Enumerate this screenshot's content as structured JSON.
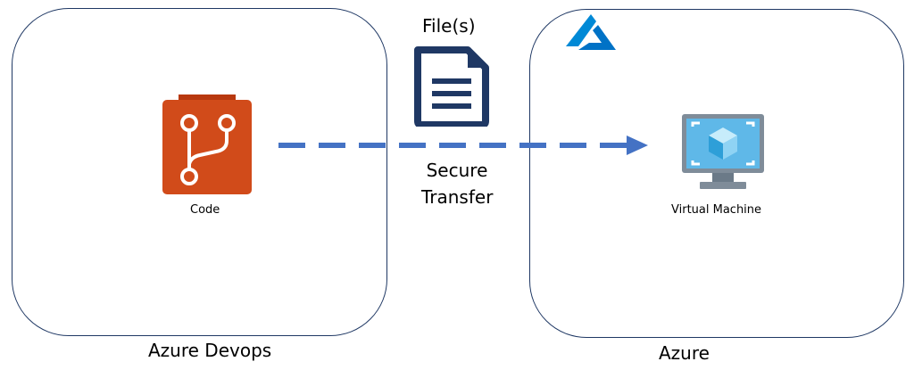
{
  "left_panel": {
    "title": "Azure Devops",
    "item": {
      "label": "Code",
      "icon": "git-repo-icon",
      "color": "#d14b1a"
    }
  },
  "right_panel": {
    "title": "Azure",
    "logo": "azure-logo-icon",
    "item": {
      "label": "Virtual Machine",
      "icon": "virtual-machine-icon",
      "color": "#5fb8e8"
    }
  },
  "transfer": {
    "file_label": "File(s)",
    "file_icon": "document-icon",
    "line1": "Secure",
    "line2": "Transfer",
    "arrow_color": "#4472c4"
  }
}
